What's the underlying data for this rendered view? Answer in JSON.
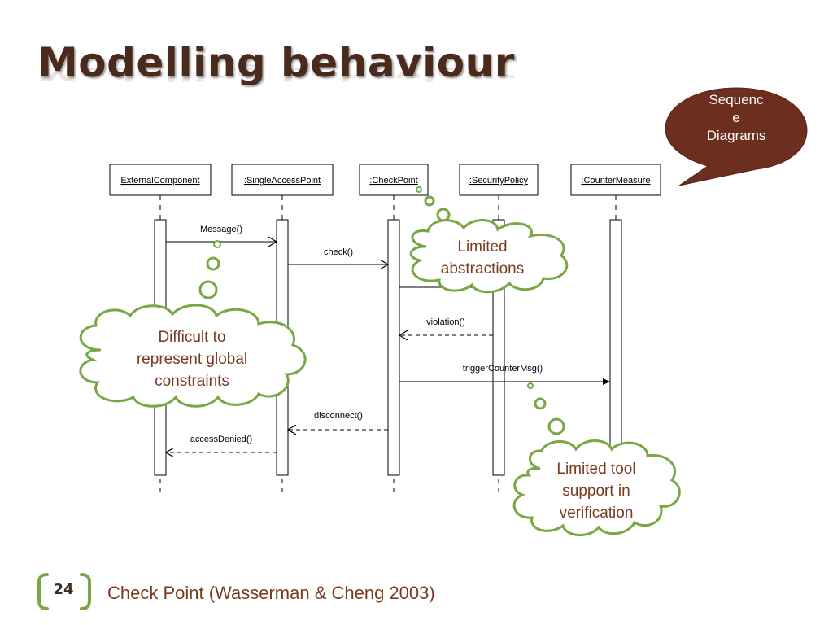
{
  "slide": {
    "title": "Modelling behaviour",
    "page_number": "24",
    "footer": "Check Point (Wasserman & Cheng 2003)"
  },
  "callout": {
    "text_lines": [
      "Sequenc",
      "e",
      "Diagrams"
    ],
    "color": "#6b2e1f"
  },
  "diagram": {
    "lifelines": [
      "ExternalComponent",
      ":SingleAccessPoint",
      ":CheckPoint",
      ":SecurityPolicy",
      ":CounterMeasure"
    ],
    "messages": [
      "Message()",
      "check()",
      "violation()",
      "triggerCounterMsg()",
      "disconnect()",
      "accessDenied()"
    ]
  },
  "thought_bubbles": {
    "abstractions": [
      "Limited",
      "abstractions"
    ],
    "global": [
      "Difficult to",
      "represent global",
      "constraints"
    ],
    "tool": [
      "Limited tool",
      "support in",
      "verification"
    ]
  },
  "colors": {
    "title": "#4a2a1c",
    "bubble_stroke": "#77a844",
    "bubble_text": "#7a3a1f",
    "footer_bracket": "#77a844"
  }
}
